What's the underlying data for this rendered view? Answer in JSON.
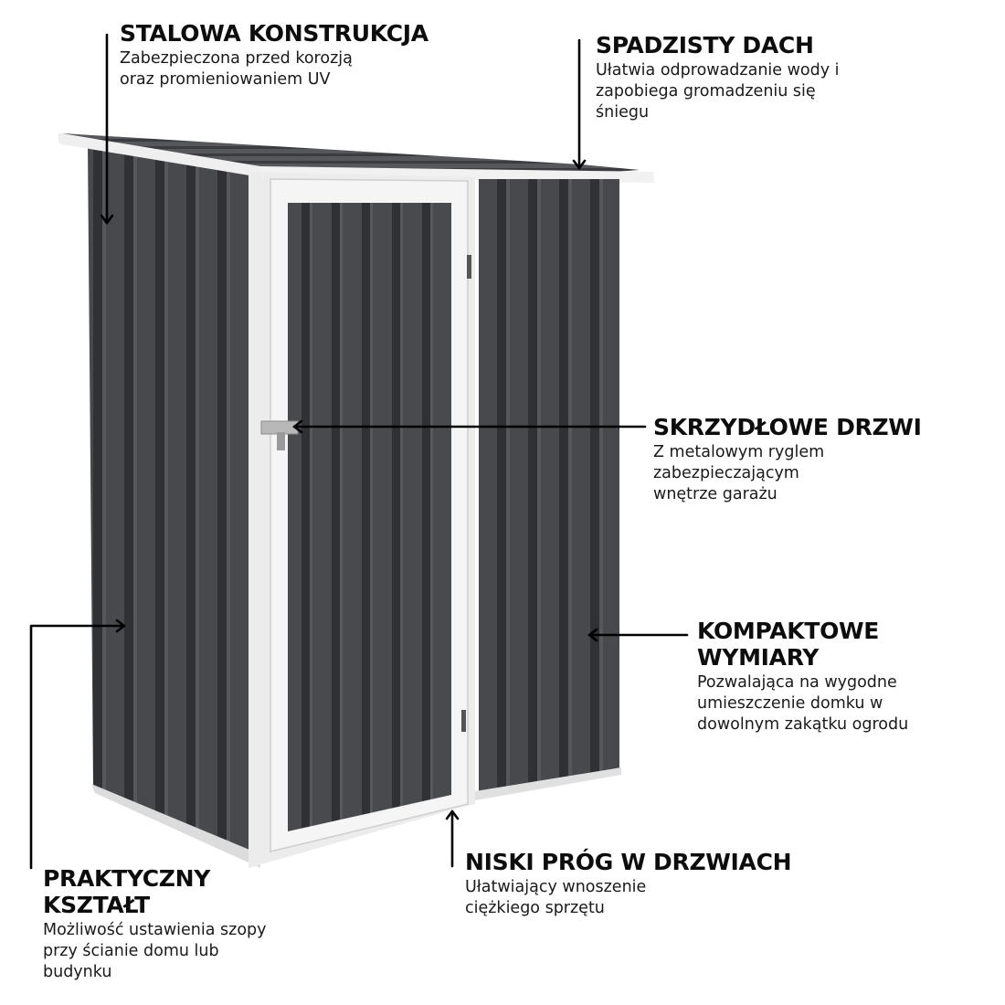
{
  "colors": {
    "background": "#ffffff",
    "panel_dark": "#45474b",
    "panel_rib": "#313336",
    "frame_white": "#eeeeee",
    "text": "#0d0d0d",
    "arrow": "#000000"
  },
  "product_image": {
    "subject": "metal-garden-shed",
    "color": "anthracite with white trim"
  },
  "callouts": {
    "steel": {
      "title": "STALOWA KONSTRUKCJA",
      "lines": [
        "Zabezpieczona przed korozją",
        "oraz promieniowaniem UV"
      ]
    },
    "roof": {
      "title": "SPADZISTY DACH",
      "lines": [
        "Ułatwia odprowadzanie wody i",
        "zapobiega gromadzeniu się",
        "śniegu"
      ]
    },
    "door": {
      "title": "SKRZYDŁOWE DRZWI",
      "lines": [
        "Z metalowym ryglem",
        "zabezpieczającym",
        "wnętrze garażu"
      ]
    },
    "compact": {
      "title_lines": [
        "KOMPAKTOWE",
        "WYMIARY"
      ],
      "lines": [
        "Pozwalająca na wygodne",
        "umieszczenie domku w",
        "dowolnym zakątku ogrodu"
      ]
    },
    "threshold": {
      "title": "NISKI PRÓG W DRZWIACH",
      "lines": [
        "Ułatwiający wnoszenie",
        "ciężkiego sprzętu"
      ]
    },
    "shape": {
      "title_lines": [
        "PRAKTYCZNY",
        "KSZTAŁT"
      ],
      "lines": [
        "Możliwość ustawienia szopy",
        "przy ścianie domu lub",
        "budynku"
      ]
    }
  }
}
